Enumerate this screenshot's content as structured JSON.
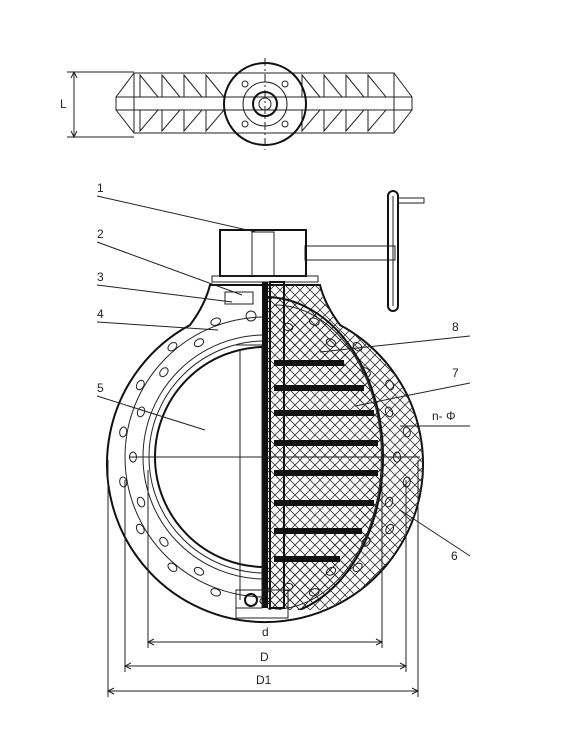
{
  "diagram": {
    "top_view": {
      "dim_label": "L"
    },
    "callouts": [
      {
        "id": "c1",
        "label": "1"
      },
      {
        "id": "c2",
        "label": "2"
      },
      {
        "id": "c3",
        "label": "3"
      },
      {
        "id": "c4",
        "label": "4"
      },
      {
        "id": "c5",
        "label": "5"
      },
      {
        "id": "c6",
        "label": "6"
      },
      {
        "id": "c7",
        "label": "7"
      },
      {
        "id": "c8",
        "label": "8"
      },
      {
        "id": "cn",
        "label": "n- Φ"
      }
    ],
    "dimensions": {
      "d": "d",
      "D": "D",
      "D1": "D1"
    }
  }
}
